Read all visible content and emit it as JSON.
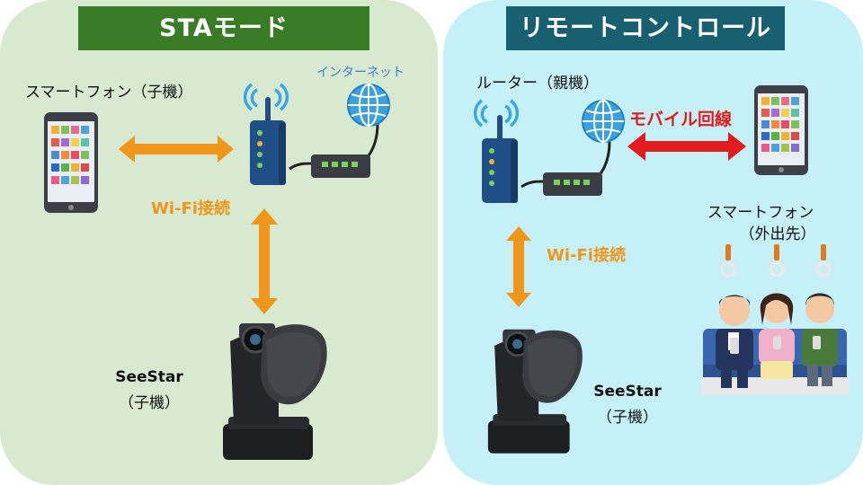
{
  "left": {
    "title": "STAモード",
    "smartphone_label": "スマートフォン（子機）",
    "internet_label": "インターネット",
    "wifi_label": "Wi-Fi接続",
    "seestar_name": "SeeStar",
    "seestar_role": "（子機）"
  },
  "right": {
    "title": "リモートコントロール",
    "router_label": "ルーター（親機）",
    "mobile_label": "モバイル回線",
    "smartphone_label_1": "スマートフォン",
    "smartphone_label_2": "（外出先）",
    "wifi_label": "Wi-Fi接続",
    "seestar_name": "SeeStar",
    "seestar_role": "（子機）"
  },
  "colors": {
    "left_panel": "#d7e9cf",
    "right_panel": "#c6f0f8",
    "left_title": "#3a7b27",
    "right_title": "#18606f",
    "wifi_arrow": "#f0961a",
    "mobile_arrow": "#e01c1c",
    "internet_text": "#3b7fd0"
  },
  "icons": [
    "smartphone-icon",
    "router-icon",
    "globe-icon",
    "modem-icon",
    "wifi-signal-icon",
    "seestar-telescope-icon",
    "train-passengers-illustration"
  ]
}
